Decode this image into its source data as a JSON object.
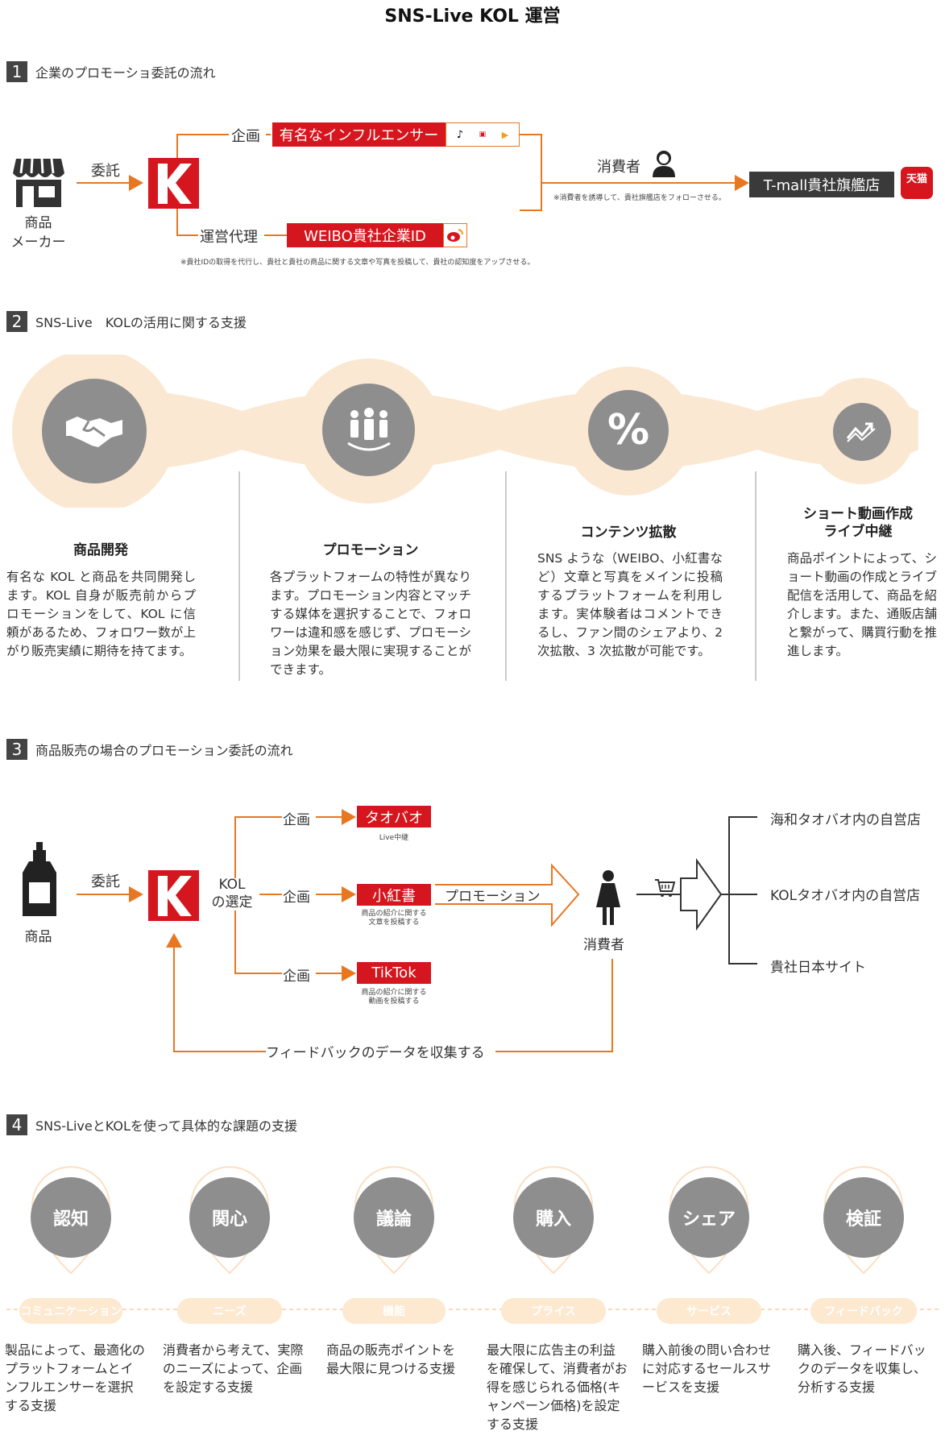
{
  "title": "SNS-Live KOL 運営",
  "colors": {
    "accent": "#d6161e",
    "orange_line": "#e87722",
    "peach": "#fbe8d2",
    "gray": "#8e8e8e"
  },
  "s1": {
    "num": "1",
    "heading": "企業のプロモーショ委託の流れ",
    "maker": "商品\nメーカー",
    "commission": "委託",
    "plan": "企画",
    "influencer": "有名なインフルエンサー",
    "agency": "運営代理",
    "weibo_id": "WEIBO貴社企業ID",
    "note_bottom": "※貴社IDの取得を代行し、貴社と貴社の商品に関する文章や写真を投稿して、貴社の認知度をアップさせる。",
    "consumer": "消費者",
    "note_consumer": "※消費者を誘導して、貴社旗艦店をフォローさせる。",
    "tmall_store": "T-mall貴社旗艦店",
    "tmall_badge": "天猫"
  },
  "s2": {
    "num": "2",
    "heading": "SNS-Live　KOLの活用に関する支援",
    "items": [
      {
        "icon": "handshake-icon",
        "title": "商品開発",
        "text": "有名な KOL と商品を共同開発します。KOL 自身が販売前からプロモーションをして、KOL に信頼があるため、フォロワー数が上がり販売実績に期待を持てます。"
      },
      {
        "icon": "people-icon",
        "title": "プロモーション",
        "text": "各プラットフォームの特性が異なります。プロモーション内容とマッチする媒体を選択することで、フォロワーは違和感を感じず、プロモーション効果を最大限に実現することができます。"
      },
      {
        "icon": "percent-icon",
        "title": "コンテンツ拡散",
        "text": "SNS ような（WEIBO、小紅書など）文章と写真をメインに投稿するプラットフォームを利用します。実体験者はコメントできるし、ファン間のシェアより、2 次拡散、3 次拡散が可能です。"
      },
      {
        "icon": "trend-icon",
        "title": "ショート動画作成\nライブ中継",
        "text": "商品ポイントによって、ショート動画の作成とライブ配信を活用して、商品を紹介します。また、通販店舗と繋がって、購買行動を推進します。"
      }
    ]
  },
  "s3": {
    "num": "3",
    "heading": "商品販売の場合のプロモーション委託の流れ",
    "product": "商品",
    "commission": "委託",
    "kol_select": "KOL\nの選定",
    "plan": "企画",
    "taobao": "タオバオ",
    "taobao_note": "Live中継",
    "xhs": "小紅書",
    "xhs_note": "商品の紹介に関する\n文章を投稿する",
    "tiktok": "TikTok",
    "tiktok_note": "商品の紹介に関する\n動画を投稿する",
    "promotion": "プロモーション",
    "consumer": "消費者",
    "feedback": "フィードバックのデータを収集する",
    "outlets": [
      "海和タオバオ内の自営店",
      "KOLタオバオ内の自営店",
      "貴社日本サイト"
    ]
  },
  "s4": {
    "num": "4",
    "heading": "SNS-LiveとKOLを使って具体的な課題の支援",
    "items": [
      {
        "label": "認知",
        "pill": "コミュニケーション",
        "text": "製品によって、最適化のプラットフォームとインフルエンサーを選択する支援"
      },
      {
        "label": "関心",
        "pill": "ニーズ",
        "text": "消費者から考えて、実際のニーズによって、企画を設定する支援"
      },
      {
        "label": "議論",
        "pill": "機能",
        "text": "商品の販売ポイントを最大限に見つける支援"
      },
      {
        "label": "購入",
        "pill": "プライス",
        "text": "最大限に広告主の利益を確保して、消費者がお得を感じられる価格(キャンペーン価格)を設定する支援"
      },
      {
        "label": "シェア",
        "pill": "サービス",
        "text": "購入前後の問い合わせに対応するセールスサービスを支援"
      },
      {
        "label": "検証",
        "pill": "フィードバック",
        "text": "購入後、フィードバックのデータを収集し、分析する支援"
      }
    ]
  }
}
